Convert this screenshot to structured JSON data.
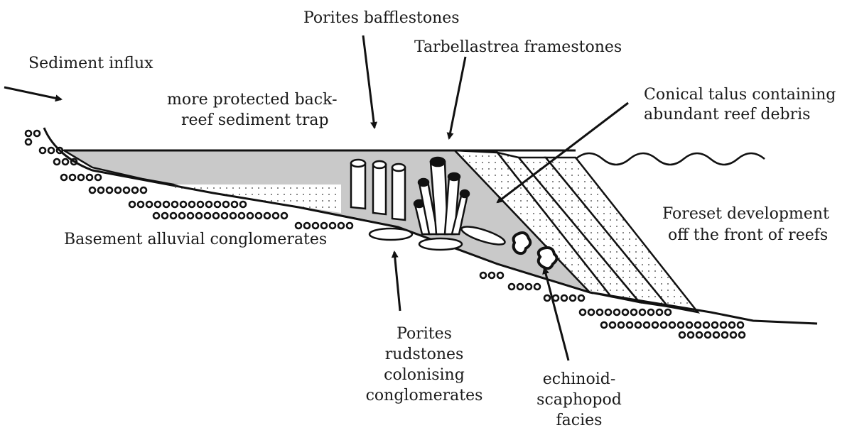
{
  "labels": {
    "sediment_influx": "Sediment influx",
    "porites_bafflestones": "Porites bafflestones",
    "tarbellastrea": "Tarbellastrea framestones",
    "back_reef_1": "more protected back-",
    "back_reef_2": "reef sediment trap",
    "talus_1": "Conical talus containing",
    "talus_2": "abundant reef debris",
    "foreset_1": "Foreset development",
    "foreset_2": "off the front of reefs",
    "basement": "Basement alluvial conglomerates",
    "rudstones_1": "Porites",
    "rudstones_2": "rudstones",
    "rudstones_3": "colonising",
    "rudstones_4": "conglomerates",
    "echinoid_1": "echinoid-",
    "echinoid_2": "scaphopod",
    "echinoid_3": "facies"
  },
  "colors": {
    "ink": "#111111",
    "sediment_fill": "#c8c8c8",
    "paper": "#ffffff"
  }
}
